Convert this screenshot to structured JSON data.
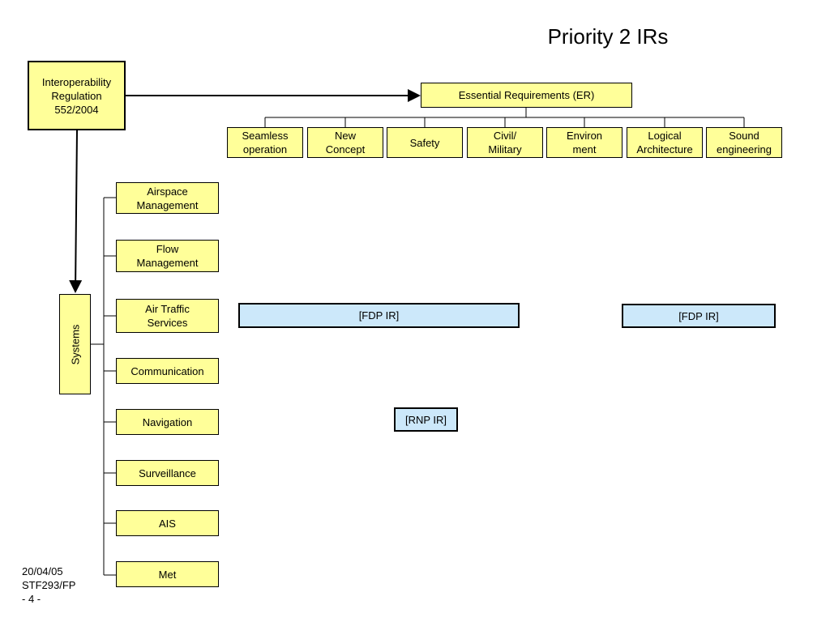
{
  "title": "Priority 2 IRs",
  "regulation": "Interoperability\nRegulation\n552/2004",
  "essential_requirements": {
    "label": "Essential Requirements (ER)",
    "items": [
      "Seamless\noperation",
      "New\nConcept",
      "Safety",
      "Civil/\nMilitary",
      "Environ\nment",
      "Logical\nArchitecture",
      "Sound\nengineering"
    ]
  },
  "systems": {
    "label": "Systems",
    "items": [
      "Airspace\nManagement",
      "Flow\nManagement",
      "Air Traffic\nServices",
      "Communication",
      "Navigation",
      "Surveillance",
      "AIS",
      "Met"
    ]
  },
  "implementing_rules": [
    "[FDP IR]",
    "[FDP IR]",
    "[RNP IR]"
  ],
  "footer": {
    "date": "20/04/05",
    "ref": "STF293/FP",
    "page": "- 4 -"
  }
}
